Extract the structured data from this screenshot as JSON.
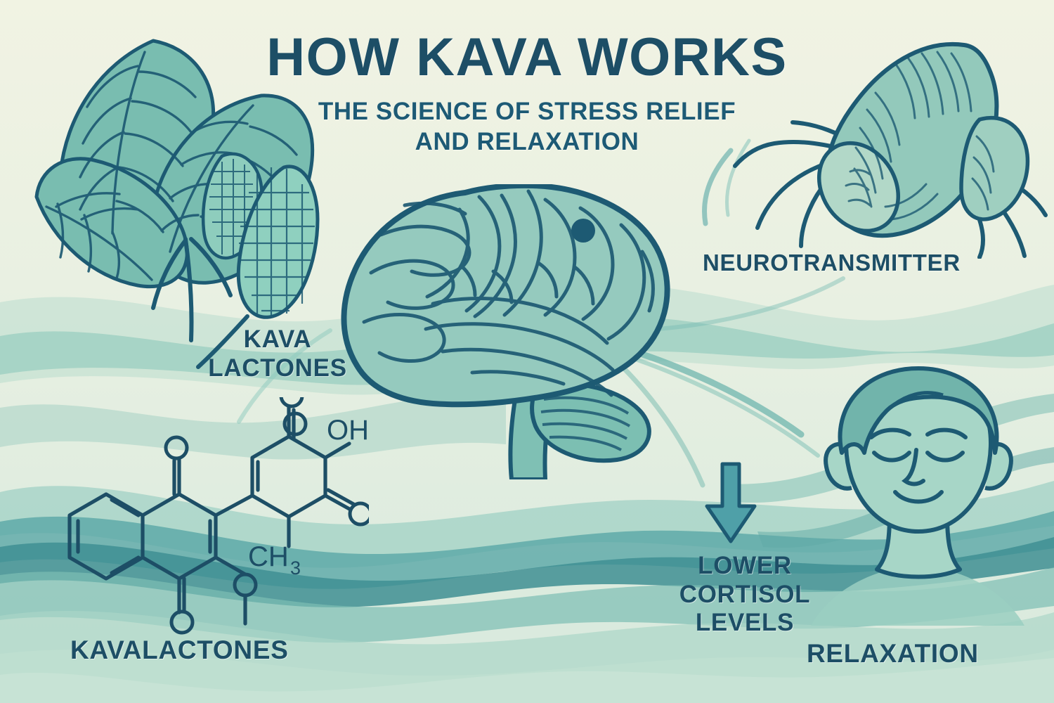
{
  "title": "HOW KAVA WORKS",
  "subtitle": "THE SCIENCE OF STRESS RELIEF\nAND RELAXATION",
  "labels": {
    "kava_lactones_plant": "KAVA\nLACTONES",
    "neurotransmitter": "NEUROTRANSMITTER",
    "lower_cortisol": "LOWER\nCORTISOL\nLEVELS",
    "kavalactones_molecule": "KAVALACTONES",
    "relaxation": "RELAXATION"
  },
  "molecule": {
    "name": "kavalactone",
    "atoms": [
      {
        "id": "o-ketone-left",
        "text": "O"
      },
      {
        "id": "o-ketone-bottom",
        "text": "O"
      },
      {
        "id": "o-ketone-top",
        "text": "O"
      },
      {
        "id": "o-ketone-right",
        "text": "O"
      },
      {
        "id": "hydroxyl",
        "text": "OH"
      },
      {
        "id": "methyl",
        "text": "CH"
      },
      {
        "id": "methyl-sub",
        "text": "3"
      },
      {
        "id": "methoxy-oxygen",
        "text": "O"
      }
    ]
  },
  "illustrations": [
    {
      "id": "kava-leaves",
      "name": "kava-plant-leaves-illustration"
    },
    {
      "id": "kava-root",
      "name": "kava-root-rhizome-illustration"
    },
    {
      "id": "brain",
      "name": "human-brain-illustration"
    },
    {
      "id": "relaxed-face",
      "name": "relaxed-person-face-illustration"
    },
    {
      "id": "down-arrow",
      "name": "downward-arrow"
    },
    {
      "id": "molecule",
      "name": "kavalactone-chemical-structure"
    }
  ],
  "colors": {
    "background_top": "#f0f2e2",
    "background_bottom": "#d8eade",
    "ink": "#1d4e66",
    "outline": "#1d5a73",
    "fill_light": "#a9d2c6",
    "fill_mid": "#8fc4b8",
    "fill_deep": "#6fb3ab",
    "wave_dark": "#3f8f93",
    "wave_mid": "#76b9b0",
    "wave_light": "#b6dbcd",
    "arrow": "#4d9ea8"
  }
}
